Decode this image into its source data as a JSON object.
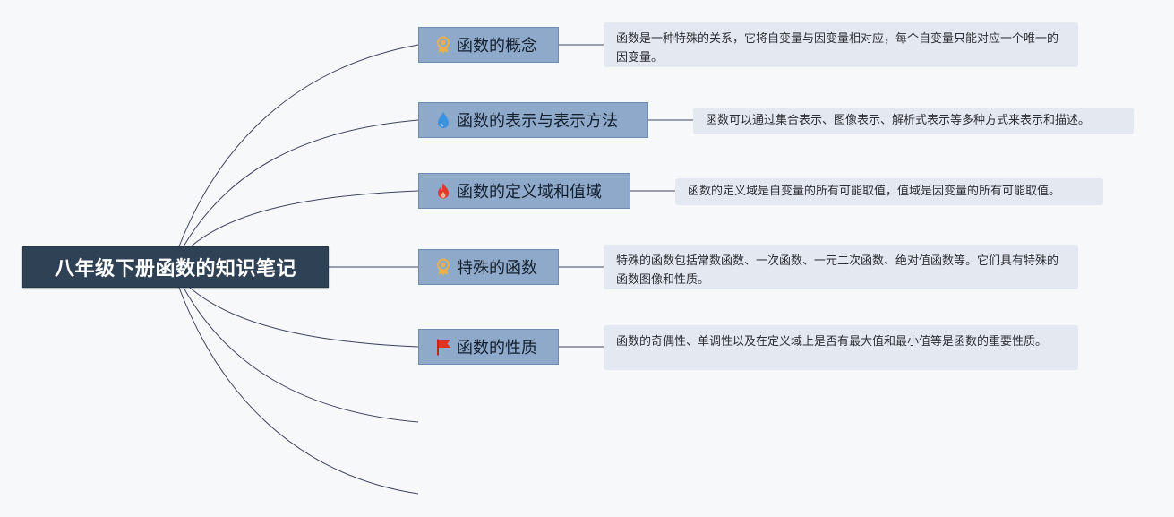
{
  "root": {
    "title": "八年级下册函数的知识笔记"
  },
  "topics": [
    {
      "label": "函数的概念",
      "icon": "medal-icon",
      "icon_color": "#e8b04a",
      "note": "函数是一种特殊的关系，它将自变量与因变量相对应，每个自变量只能对应一个唯一的因变量。"
    },
    {
      "label": "函数的表示与表示方法",
      "icon": "water-drop-icon",
      "icon_color": "#3b92e0",
      "note": "函数可以通过集合表示、图像表示、解析式表示等多种方式来表示和描述。"
    },
    {
      "label": "函数的定义域和值域",
      "icon": "fire-icon",
      "icon_color": "#e23a2a",
      "note": "函数的定义域是自变量的所有可能取值，值域是因变量的所有可能取值。"
    },
    {
      "label": "特殊的函数",
      "icon": "medal-icon",
      "icon_color": "#e8b04a",
      "note": "特殊的函数包括常数函数、一次函数、一元二次函数、绝对值函数等。它们具有特殊的函数图像和性质。"
    },
    {
      "label": "函数的性质",
      "icon": "red-flag-icon",
      "icon_color": "#e0321f",
      "note": "函数的奇偶性、单调性以及在定义域上是否有最大值和最小值等是函数的重要性质。"
    }
  ],
  "colors": {
    "background": "#f7f8fa",
    "root_fill": "#2f4255",
    "topic_fill": "#8ea9c9",
    "note_fill": "#e4e9f1",
    "connector": "#3e4360"
  }
}
